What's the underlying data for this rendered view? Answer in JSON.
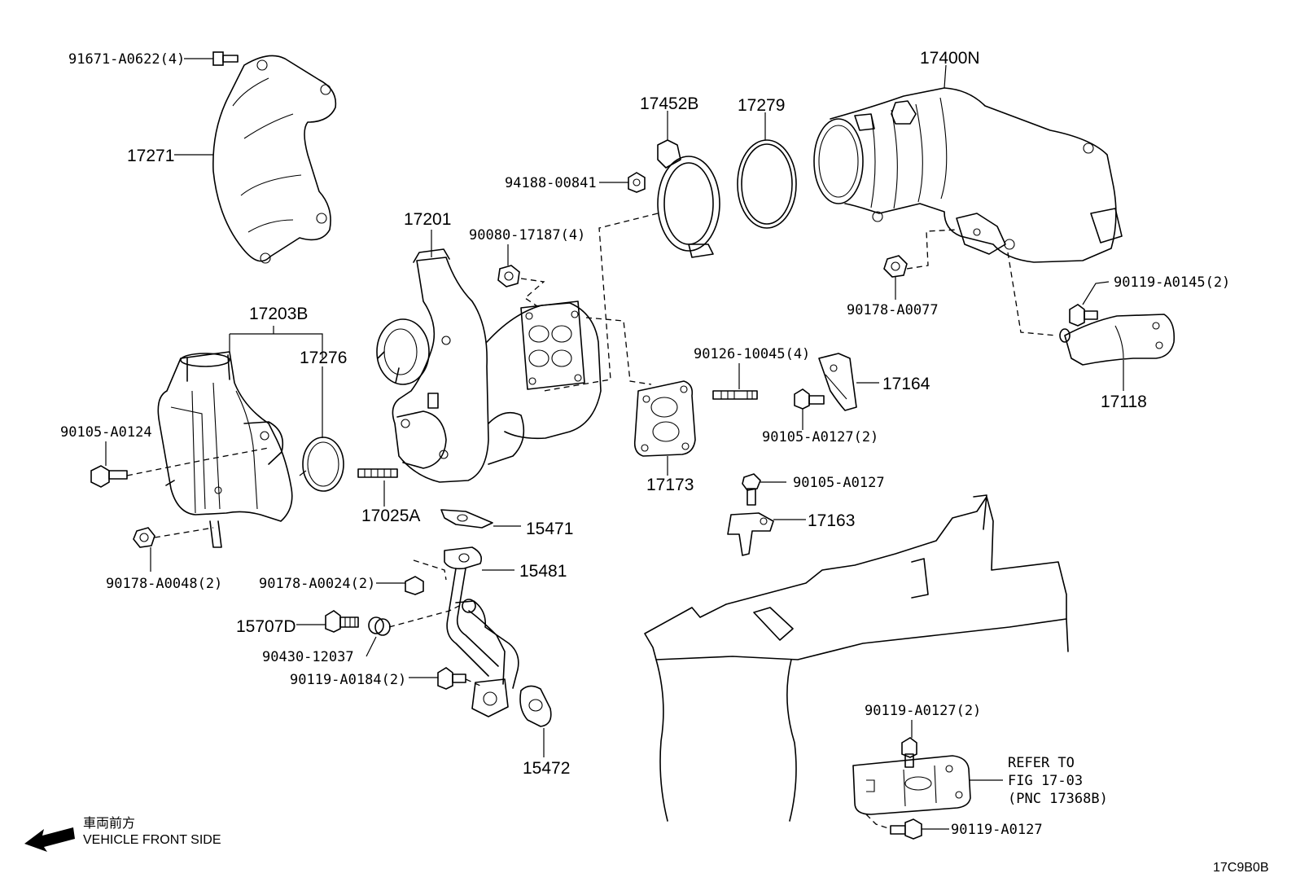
{
  "labels": {
    "p91671": "91671-A0622(4)",
    "p17271": "17271",
    "p17203b": "17203B",
    "p17276": "17276",
    "p90105_a0124": "90105-A0124",
    "p90178_a0048": "90178-A0048(2)",
    "p17201": "17201",
    "p90080": "90080-17187(4)",
    "p17025a": "17025A",
    "p15471": "15471",
    "p15481": "15481",
    "p90178_a0024": "90178-A0024(2)",
    "p15707d": "15707D",
    "p90430": "90430-12037",
    "p90119_a0184": "90119-A0184(2)",
    "p15472": "15472",
    "p94188": "94188-00841",
    "p17452b": "17452B",
    "p17279": "17279",
    "p17400n": "17400N",
    "p90178_a0077": "90178-A0077",
    "p90119_a0145": "90119-A0145(2)",
    "p17118": "17118",
    "p90126": "90126-10045(4)",
    "p17164": "17164",
    "p90105_a0127_2": "90105-A0127(2)",
    "p17173": "17173",
    "p90105_a0127": "90105-A0127",
    "p17163": "17163",
    "p90119_a0127_2": "90119-A0127(2)",
    "p90119_a0127": "90119-A0127"
  },
  "refer": {
    "line1": "REFER TO",
    "line2": "FIG 17-03",
    "line3": "(PNC 17368B)"
  },
  "front": {
    "jp": "車両前方",
    "en": "VEHICLE FRONT SIDE"
  },
  "figure_code": "17C9B0B"
}
